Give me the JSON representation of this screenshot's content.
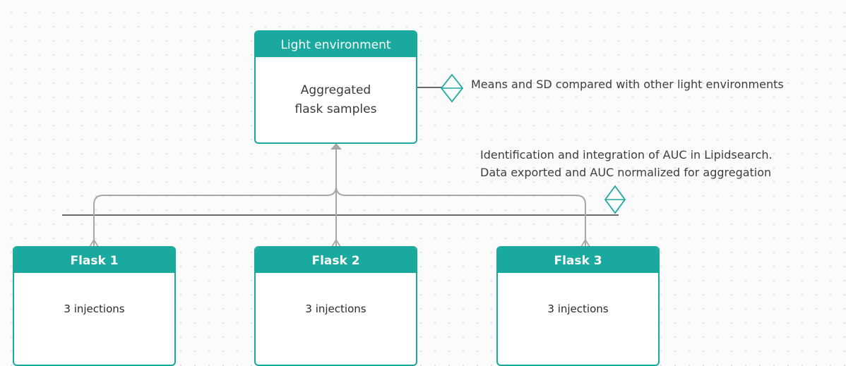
{
  "diagram": {
    "light_environment": {
      "title": "Light environment",
      "body": "Aggregated flask samples"
    },
    "flasks": [
      {
        "title": "Flask 1",
        "body": "3 injections"
      },
      {
        "title": "Flask 2",
        "body": "3 injections"
      },
      {
        "title": "Flask 3",
        "body": "3 injections"
      }
    ],
    "notes": {
      "means": "Means and SD compared with other light environments",
      "aggregation": [
        "Identification and integration of AUC in Lipidsearch.",
        "Data exported and AUC normalized for aggregation"
      ]
    },
    "colors": {
      "accent": "#1aa99f",
      "connector": "#a7a7a7",
      "baseline": "#6b6b6b"
    },
    "icons": [
      "diamond-icon"
    ]
  }
}
